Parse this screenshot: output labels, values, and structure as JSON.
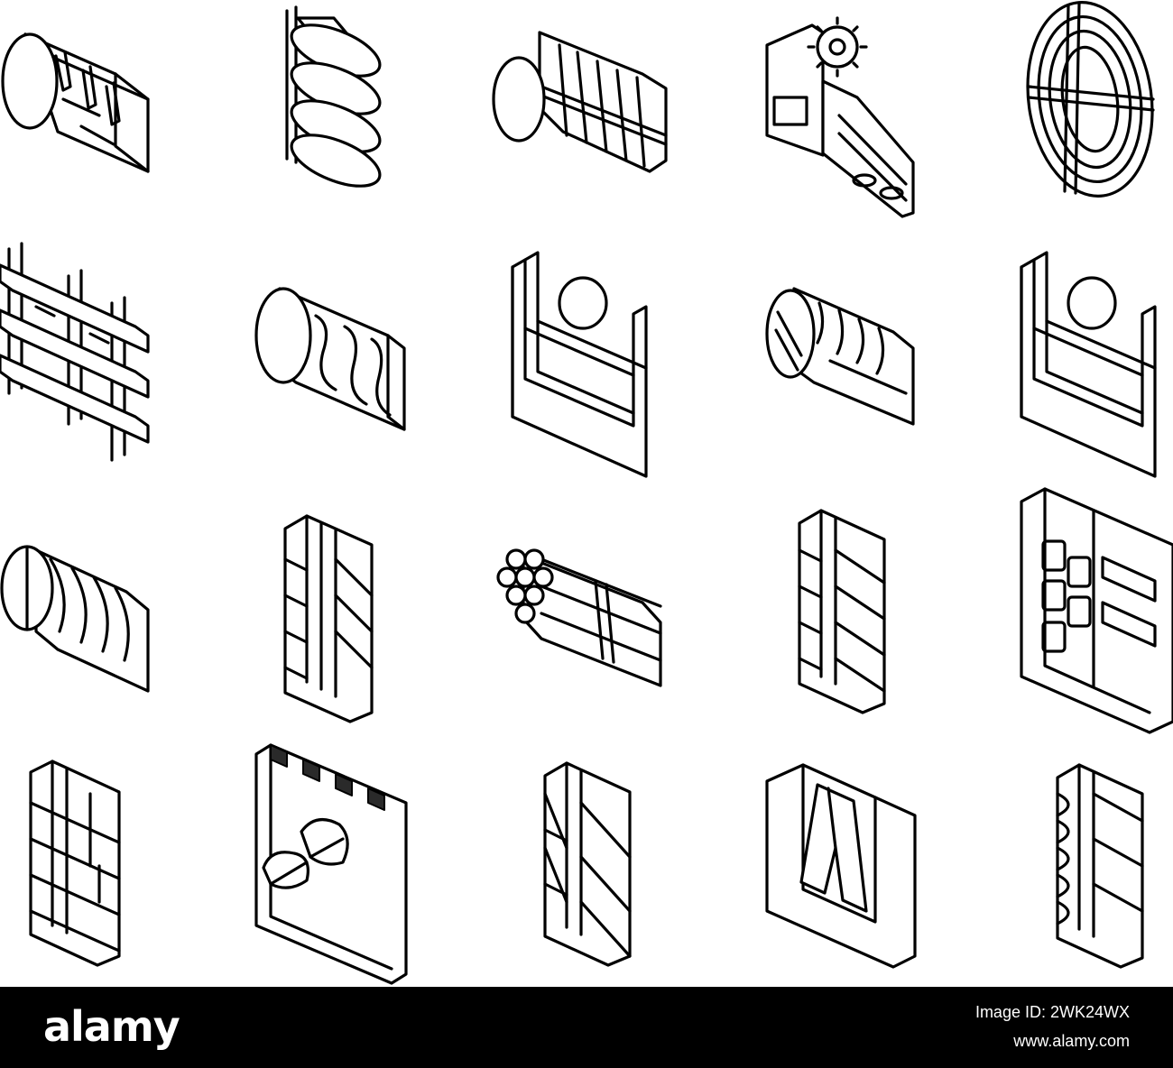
{
  "footer": {
    "brand": "alamy",
    "image_id_line": "Image ID: 2WK24WX",
    "site": "www.alamy.com"
  },
  "icons": [
    {
      "name": "log-with-straps-icon"
    },
    {
      "name": "stacked-ovals-icon"
    },
    {
      "name": "log-on-fence-icon"
    },
    {
      "name": "sawmill-machine-icon"
    },
    {
      "name": "wire-coil-icon"
    },
    {
      "name": "lattice-frame-icon"
    },
    {
      "name": "wrapped-log-icon"
    },
    {
      "name": "u-frame-with-disc-icon"
    },
    {
      "name": "textured-log-icon"
    },
    {
      "name": "u-frame-with-disc-icon"
    },
    {
      "name": "layered-log-icon"
    },
    {
      "name": "vertical-plank-panel-icon"
    },
    {
      "name": "rod-bundle-icon"
    },
    {
      "name": "vertical-slat-panel-icon"
    },
    {
      "name": "framed-stone-panel-icon"
    },
    {
      "name": "brick-pallet-icon"
    },
    {
      "name": "panel-with-leaves-icon"
    },
    {
      "name": "lashed-plank-panel-icon"
    },
    {
      "name": "slotted-panel-icon"
    },
    {
      "name": "bundled-coil-panel-icon"
    }
  ]
}
